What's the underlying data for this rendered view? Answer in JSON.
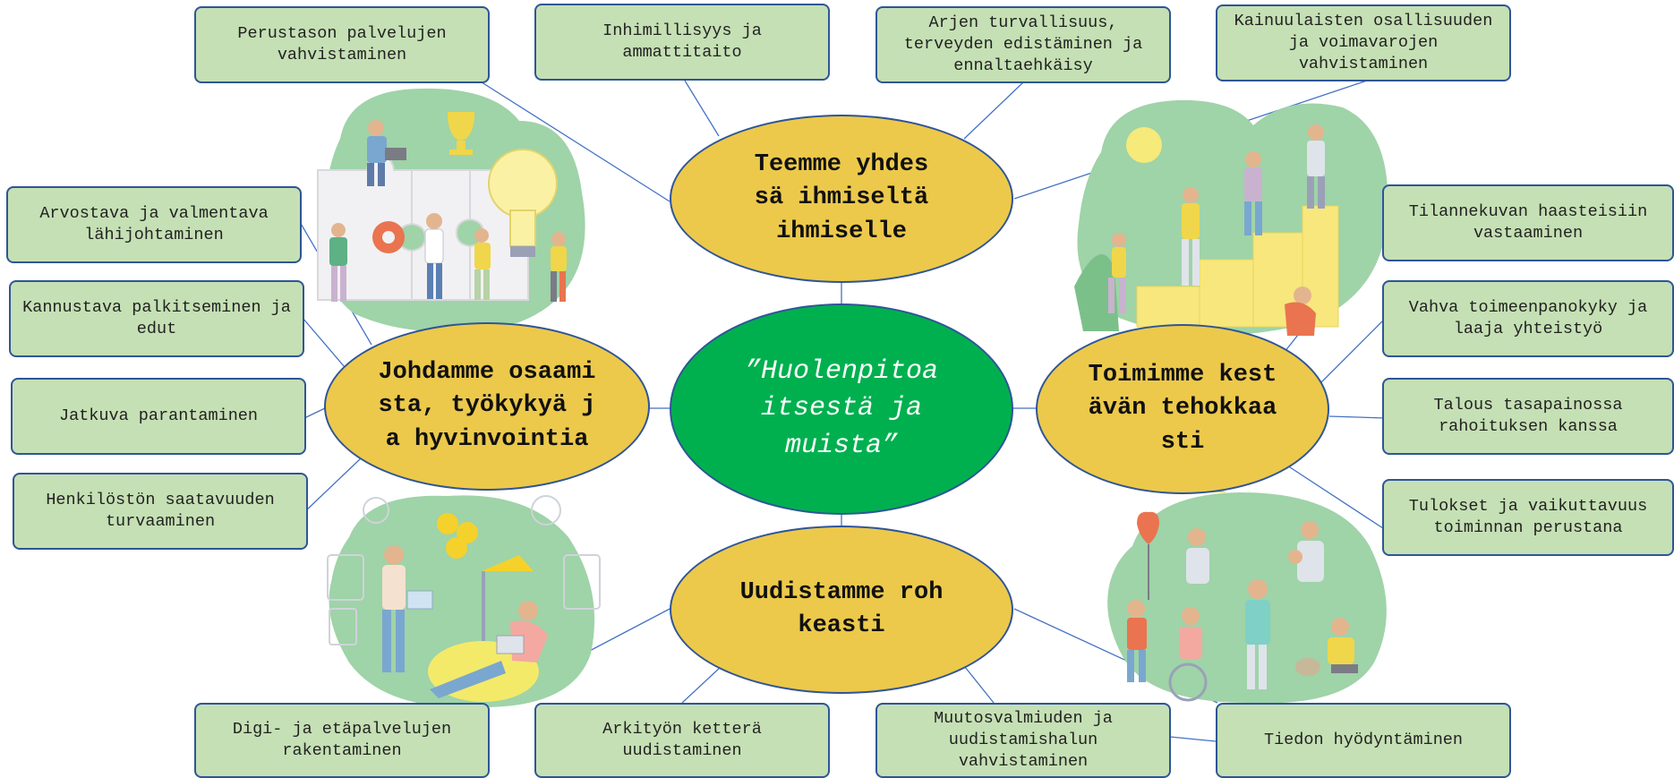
{
  "center": {
    "label": "”Huolenpitoa itsestä ja muista”"
  },
  "themes": {
    "top": "Teemme yhdessä ihmiseltä ihmiselle",
    "left": "Johdamme osaamista, työkykyä ja hyvinvointia",
    "right": "Toimimme kestävän tehokkaasti",
    "bottom": "Uudistamme rohkeasti"
  },
  "boxes": {
    "top": [
      "Perustason palvelujen vahvistaminen",
      "Inhimillisyys ja ammattitaito",
      "Arjen turvallisuus, terveyden edistäminen ja ennaltaehkäisy",
      "Kainuulaisten osallisuuden ja voimavarojen vahvistaminen"
    ],
    "left": [
      "Arvostava ja valmentava lähijohtaminen",
      "Kannustava palkitseminen ja edut",
      "Jatkuva parantaminen",
      "Henkilöstön saatavuuden turvaaminen"
    ],
    "right": [
      "Tilannekuvan haasteisiin vastaaminen",
      "Vahva toimeenpanokyky ja laaja yhteistyö",
      "Talous tasapainossa rahoituksen kanssa",
      "Tulokset ja vaikuttavuus toiminnan perustana"
    ],
    "bottom": [
      "Digi- ja etäpalvelujen rakentaminen",
      "Arkityön ketterä uudistaminen",
      "Muutosvalmiuden ja uudistamishalun vahvistaminen",
      "Tiedon hyödyntäminen"
    ]
  },
  "colors": {
    "box_fill": "#c5e0b4",
    "border": "#2f5597",
    "theme_fill": "#ecc94b",
    "center_fill": "#00b04f",
    "illustration_bg": "#9fd3a8"
  },
  "illustrations": [
    "teamwork-puzzle-illustration",
    "people-climbing-stairs-illustration",
    "remote-work-illustration",
    "community-care-illustration"
  ]
}
